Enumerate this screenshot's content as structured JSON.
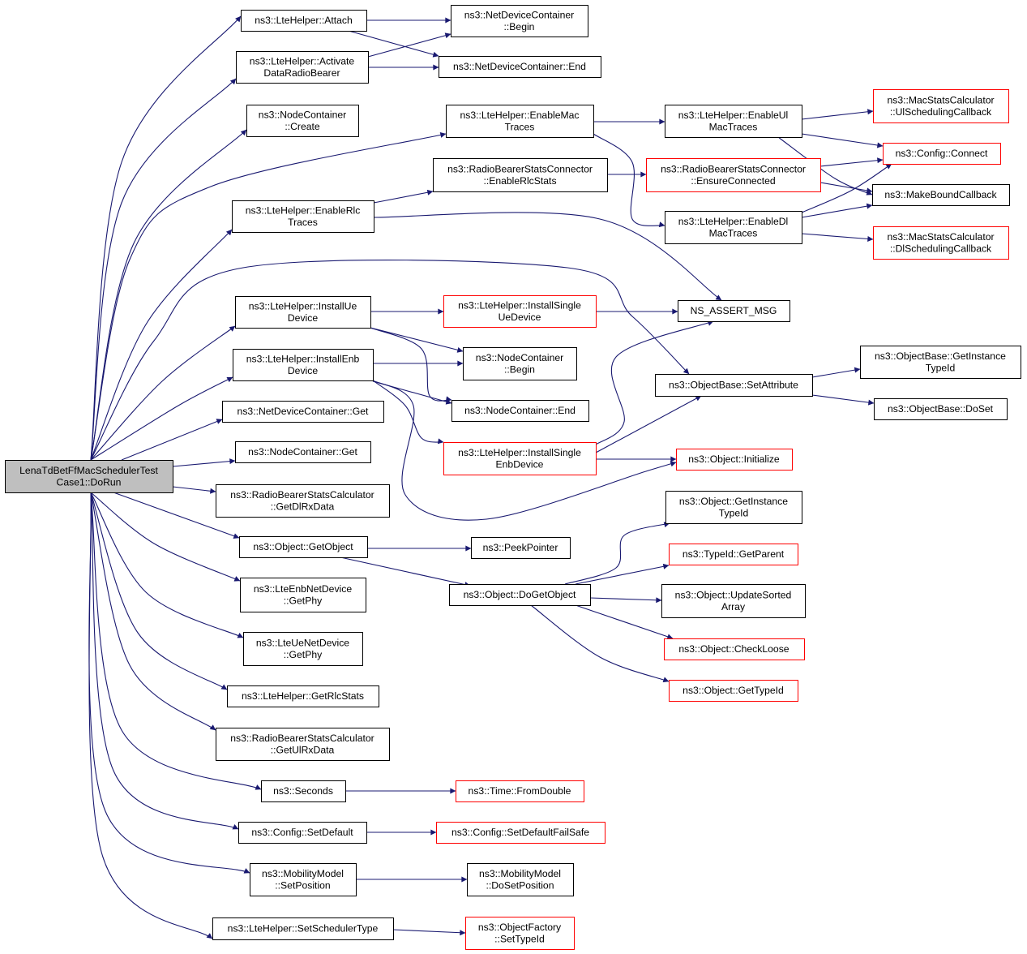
{
  "nodes": [
    {
      "id": "root",
      "lines": [
        "LenaTdBetFfMacSchedulerTest",
        "Case1::DoRun"
      ],
      "style": "root"
    },
    {
      "id": "attach",
      "lines": [
        "ns3::LteHelper::Attach"
      ],
      "style": "black"
    },
    {
      "id": "activate",
      "lines": [
        "ns3::LteHelper::Activate",
        "DataRadioBearer"
      ],
      "style": "black"
    },
    {
      "id": "nc_create",
      "lines": [
        "ns3::NodeContainer",
        "::Create"
      ],
      "style": "black"
    },
    {
      "id": "enable_rlc",
      "lines": [
        "ns3::LteHelper::EnableRlc",
        "Traces"
      ],
      "style": "black"
    },
    {
      "id": "install_ue",
      "lines": [
        "ns3::LteHelper::InstallUe",
        "Device"
      ],
      "style": "black"
    },
    {
      "id": "install_enb",
      "lines": [
        "ns3::LteHelper::InstallEnb",
        "Device"
      ],
      "style": "black"
    },
    {
      "id": "ndc_get",
      "lines": [
        "ns3::NetDeviceContainer::Get"
      ],
      "style": "black"
    },
    {
      "id": "nc_get",
      "lines": [
        "ns3::NodeContainer::Get"
      ],
      "style": "black"
    },
    {
      "id": "rbsc_getdl",
      "lines": [
        "ns3::RadioBearerStatsCalculator",
        "::GetDlRxData"
      ],
      "style": "black"
    },
    {
      "id": "get_object",
      "lines": [
        "ns3::Object::GetObject"
      ],
      "style": "black"
    },
    {
      "id": "enb_getphy",
      "lines": [
        "ns3::LteEnbNetDevice",
        "::GetPhy"
      ],
      "style": "black"
    },
    {
      "id": "ue_getphy",
      "lines": [
        "ns3::LteUeNetDevice",
        "::GetPhy"
      ],
      "style": "black"
    },
    {
      "id": "get_rlcstats",
      "lines": [
        "ns3::LteHelper::GetRlcStats"
      ],
      "style": "black"
    },
    {
      "id": "rbsc_getul",
      "lines": [
        "ns3::RadioBearerStatsCalculator",
        "::GetUlRxData"
      ],
      "style": "black"
    },
    {
      "id": "seconds",
      "lines": [
        "ns3::Seconds"
      ],
      "style": "black"
    },
    {
      "id": "set_default",
      "lines": [
        "ns3::Config::SetDefault"
      ],
      "style": "black"
    },
    {
      "id": "mm_setpos",
      "lines": [
        "ns3::MobilityModel",
        "::SetPosition"
      ],
      "style": "black"
    },
    {
      "id": "set_sched",
      "lines": [
        "ns3::LteHelper::SetSchedulerType"
      ],
      "style": "black"
    },
    {
      "id": "ndc_begin",
      "lines": [
        "ns3::NetDeviceContainer",
        "::Begin"
      ],
      "style": "black"
    },
    {
      "id": "ndc_end",
      "lines": [
        "ns3::NetDeviceContainer::End"
      ],
      "style": "black"
    },
    {
      "id": "enable_mac",
      "lines": [
        "ns3::LteHelper::EnableMac",
        "Traces"
      ],
      "style": "black"
    },
    {
      "id": "rbsc_enable",
      "lines": [
        "ns3::RadioBearerStatsConnector",
        "::EnableRlcStats"
      ],
      "style": "black"
    },
    {
      "id": "install_single_ue",
      "lines": [
        "ns3::LteHelper::InstallSingle",
        "UeDevice"
      ],
      "style": "red"
    },
    {
      "id": "nc_begin",
      "lines": [
        "ns3::NodeContainer",
        "::Begin"
      ],
      "style": "black"
    },
    {
      "id": "nc_end",
      "lines": [
        "ns3::NodeContainer::End"
      ],
      "style": "black"
    },
    {
      "id": "install_single_enb",
      "lines": [
        "ns3::LteHelper::InstallSingle",
        "EnbDevice"
      ],
      "style": "red"
    },
    {
      "id": "peek",
      "lines": [
        "ns3::PeekPointer"
      ],
      "style": "black"
    },
    {
      "id": "do_get_object",
      "lines": [
        "ns3::Object::DoGetObject"
      ],
      "style": "black"
    },
    {
      "id": "from_double",
      "lines": [
        "ns3::Time::FromDouble"
      ],
      "style": "red"
    },
    {
      "id": "set_default_failsafe",
      "lines": [
        "ns3::Config::SetDefaultFailSafe"
      ],
      "style": "red"
    },
    {
      "id": "mm_dosetpos",
      "lines": [
        "ns3::MobilityModel",
        "::DoSetPosition"
      ],
      "style": "black"
    },
    {
      "id": "of_settypeid",
      "lines": [
        "ns3::ObjectFactory",
        "::SetTypeId"
      ],
      "style": "red"
    },
    {
      "id": "enable_ul_mac",
      "lines": [
        "ns3::LteHelper::EnableUl",
        "MacTraces"
      ],
      "style": "black"
    },
    {
      "id": "rbsc_ensure",
      "lines": [
        "ns3::RadioBearerStatsConnector",
        "::EnsureConnected"
      ],
      "style": "red"
    },
    {
      "id": "enable_dl_mac",
      "lines": [
        "ns3::LteHelper::EnableDl",
        "MacTraces"
      ],
      "style": "black"
    },
    {
      "id": "ns_assert",
      "lines": [
        "NS_ASSERT_MSG"
      ],
      "style": "black"
    },
    {
      "id": "ob_setattr",
      "lines": [
        "ns3::ObjectBase::SetAttribute"
      ],
      "style": "black"
    },
    {
      "id": "obj_init",
      "lines": [
        "ns3::Object::Initialize"
      ],
      "style": "red"
    },
    {
      "id": "obj_get_inst_tid",
      "lines": [
        "ns3::Object::GetInstance",
        "TypeId"
      ],
      "style": "black"
    },
    {
      "id": "tid_getparent",
      "lines": [
        "ns3::TypeId::GetParent"
      ],
      "style": "red"
    },
    {
      "id": "obj_update_sorted",
      "lines": [
        "ns3::Object::UpdateSorted",
        "Array"
      ],
      "style": "black"
    },
    {
      "id": "obj_checkloose",
      "lines": [
        "ns3::Object::CheckLoose"
      ],
      "style": "red"
    },
    {
      "id": "obj_gettypeid",
      "lines": [
        "ns3::Object::GetTypeId"
      ],
      "style": "red"
    },
    {
      "id": "msc_ul",
      "lines": [
        "ns3::MacStatsCalculator",
        "::UlSchedulingCallback"
      ],
      "style": "red"
    },
    {
      "id": "config_connect",
      "lines": [
        "ns3::Config::Connect"
      ],
      "style": "red"
    },
    {
      "id": "make_bound",
      "lines": [
        "ns3::MakeBoundCallback"
      ],
      "style": "black"
    },
    {
      "id": "msc_dl",
      "lines": [
        "ns3::MacStatsCalculator",
        "::DlSchedulingCallback"
      ],
      "style": "red"
    },
    {
      "id": "ob_get_inst_tid",
      "lines": [
        "ns3::ObjectBase::GetInstance",
        "TypeId"
      ],
      "style": "black"
    },
    {
      "id": "ob_doset",
      "lines": [
        "ns3::ObjectBase::DoSet"
      ],
      "style": "black"
    }
  ],
  "edges": [
    [
      "root",
      "attach"
    ],
    [
      "root",
      "activate"
    ],
    [
      "root",
      "nc_create"
    ],
    [
      "root",
      "enable_mac"
    ],
    [
      "root",
      "enable_rlc"
    ],
    [
      "root",
      "ob_setattr"
    ],
    [
      "root",
      "install_ue"
    ],
    [
      "root",
      "install_enb"
    ],
    [
      "root",
      "ndc_get"
    ],
    [
      "root",
      "nc_get"
    ],
    [
      "root",
      "rbsc_getdl"
    ],
    [
      "root",
      "get_object"
    ],
    [
      "root",
      "enb_getphy"
    ],
    [
      "root",
      "ue_getphy"
    ],
    [
      "root",
      "get_rlcstats"
    ],
    [
      "root",
      "rbsc_getul"
    ],
    [
      "root",
      "seconds"
    ],
    [
      "root",
      "set_default"
    ],
    [
      "root",
      "mm_setpos"
    ],
    [
      "root",
      "set_sched"
    ],
    [
      "attach",
      "ndc_begin"
    ],
    [
      "attach",
      "ndc_end"
    ],
    [
      "activate",
      "ndc_begin"
    ],
    [
      "activate",
      "ndc_end"
    ],
    [
      "enable_mac",
      "enable_ul_mac"
    ],
    [
      "enable_mac",
      "enable_dl_mac"
    ],
    [
      "enable_rlc",
      "rbsc_enable"
    ],
    [
      "enable_rlc",
      "ns_assert"
    ],
    [
      "rbsc_enable",
      "rbsc_ensure"
    ],
    [
      "rbsc_ensure",
      "config_connect"
    ],
    [
      "rbsc_ensure",
      "make_bound"
    ],
    [
      "enable_ul_mac",
      "msc_ul"
    ],
    [
      "enable_ul_mac",
      "config_connect"
    ],
    [
      "enable_ul_mac",
      "make_bound"
    ],
    [
      "enable_dl_mac",
      "config_connect"
    ],
    [
      "enable_dl_mac",
      "make_bound"
    ],
    [
      "enable_dl_mac",
      "msc_dl"
    ],
    [
      "install_ue",
      "install_single_ue"
    ],
    [
      "install_ue",
      "nc_begin"
    ],
    [
      "install_ue",
      "nc_end"
    ],
    [
      "install_single_ue",
      "ns_assert"
    ],
    [
      "install_enb",
      "nc_begin"
    ],
    [
      "install_enb",
      "nc_end"
    ],
    [
      "install_enb",
      "install_single_enb"
    ],
    [
      "install_enb",
      "obj_init"
    ],
    [
      "install_single_enb",
      "ns_assert"
    ],
    [
      "install_single_enb",
      "ob_setattr"
    ],
    [
      "install_single_enb",
      "obj_init"
    ],
    [
      "ob_setattr",
      "ob_get_inst_tid"
    ],
    [
      "ob_setattr",
      "ob_doset"
    ],
    [
      "get_object",
      "peek"
    ],
    [
      "get_object",
      "do_get_object"
    ],
    [
      "do_get_object",
      "obj_get_inst_tid"
    ],
    [
      "do_get_object",
      "tid_getparent"
    ],
    [
      "do_get_object",
      "obj_update_sorted"
    ],
    [
      "do_get_object",
      "obj_checkloose"
    ],
    [
      "do_get_object",
      "obj_gettypeid"
    ],
    [
      "seconds",
      "from_double"
    ],
    [
      "set_default",
      "set_default_failsafe"
    ],
    [
      "mm_setpos",
      "mm_dosetpos"
    ],
    [
      "set_sched",
      "of_settypeid"
    ]
  ]
}
